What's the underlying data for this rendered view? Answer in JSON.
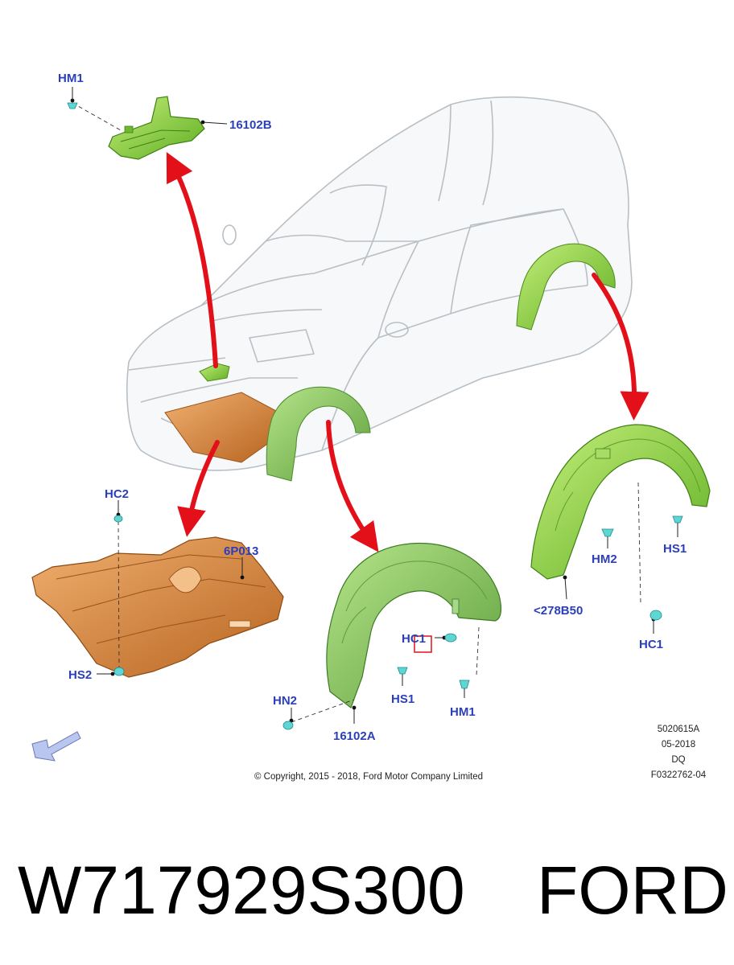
{
  "callouts": {
    "hm1_top": "HM1",
    "p16102b": "16102B",
    "hc2": "HC2",
    "p6p013": "6P013",
    "hs2": "HS2",
    "hc1_mid": "HC1",
    "hs1_mid": "HS1",
    "hm1_mid": "HM1",
    "hn2": "HN2",
    "p16102a": "16102A",
    "hm2": "HM2",
    "hs1_right": "HS1",
    "p278b50": "<278B50",
    "hc1_right": "HC1"
  },
  "diagram_info": {
    "line1": "5020615A",
    "line2": "05-2018",
    "line3": "DQ",
    "line4": "F0322762-04"
  },
  "copyright": "© Copyright, 2015 - 2018, Ford Motor Company Limited",
  "footer": {
    "part_number": "W717929S300",
    "brand": "FORD"
  },
  "colors": {
    "callout_text": "#2b3fb8",
    "arrow": "#e3101a",
    "green_part": "#8ecf3a",
    "orange_part": "#d8843a",
    "fastener": "#5fd6d6"
  },
  "icons": [
    "view-direction-arrow-icon",
    "fastener-icon"
  ]
}
